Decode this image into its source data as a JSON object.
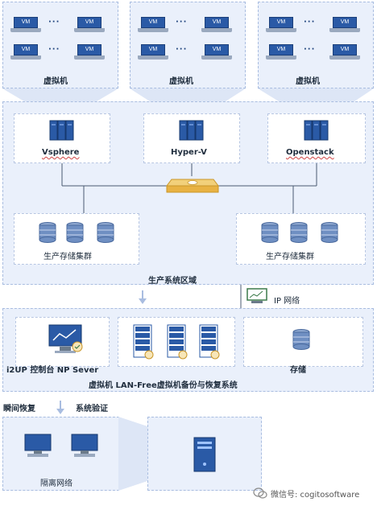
{
  "vm_groups": [
    {
      "label": "虚拟机",
      "vm_label": "VM"
    },
    {
      "label": "虚拟机",
      "vm_label": "VM"
    },
    {
      "label": "虚拟机",
      "vm_label": "VM"
    }
  ],
  "ellipsis": "···",
  "hypervisors": [
    {
      "label": "Vsphere"
    },
    {
      "label": "Hyper-V"
    },
    {
      "label": "Openstack"
    }
  ],
  "storage_clusters": [
    {
      "label": "生产存储集群"
    },
    {
      "label": "生产存储集群"
    }
  ],
  "production_zone": {
    "label": "生产系统区域"
  },
  "ip_network": {
    "label": "IP 网络"
  },
  "backup_zone": {
    "label": "虚拟机 LAN-Free虚拟机备份与恢复系统",
    "console_label": "i2UP 控制台  NP Sever",
    "storage_label": "存储"
  },
  "recovery": {
    "instant_restore": "瞬间恢复",
    "system_verify": "系统验证",
    "isolated_network": "隔离网络"
  },
  "watermark": "微信号: cogitosoftware",
  "colors": {
    "zone_fill": "#eaf0fb",
    "server_blue": "#2a5aa6",
    "accent_orange": "#e8b243"
  }
}
